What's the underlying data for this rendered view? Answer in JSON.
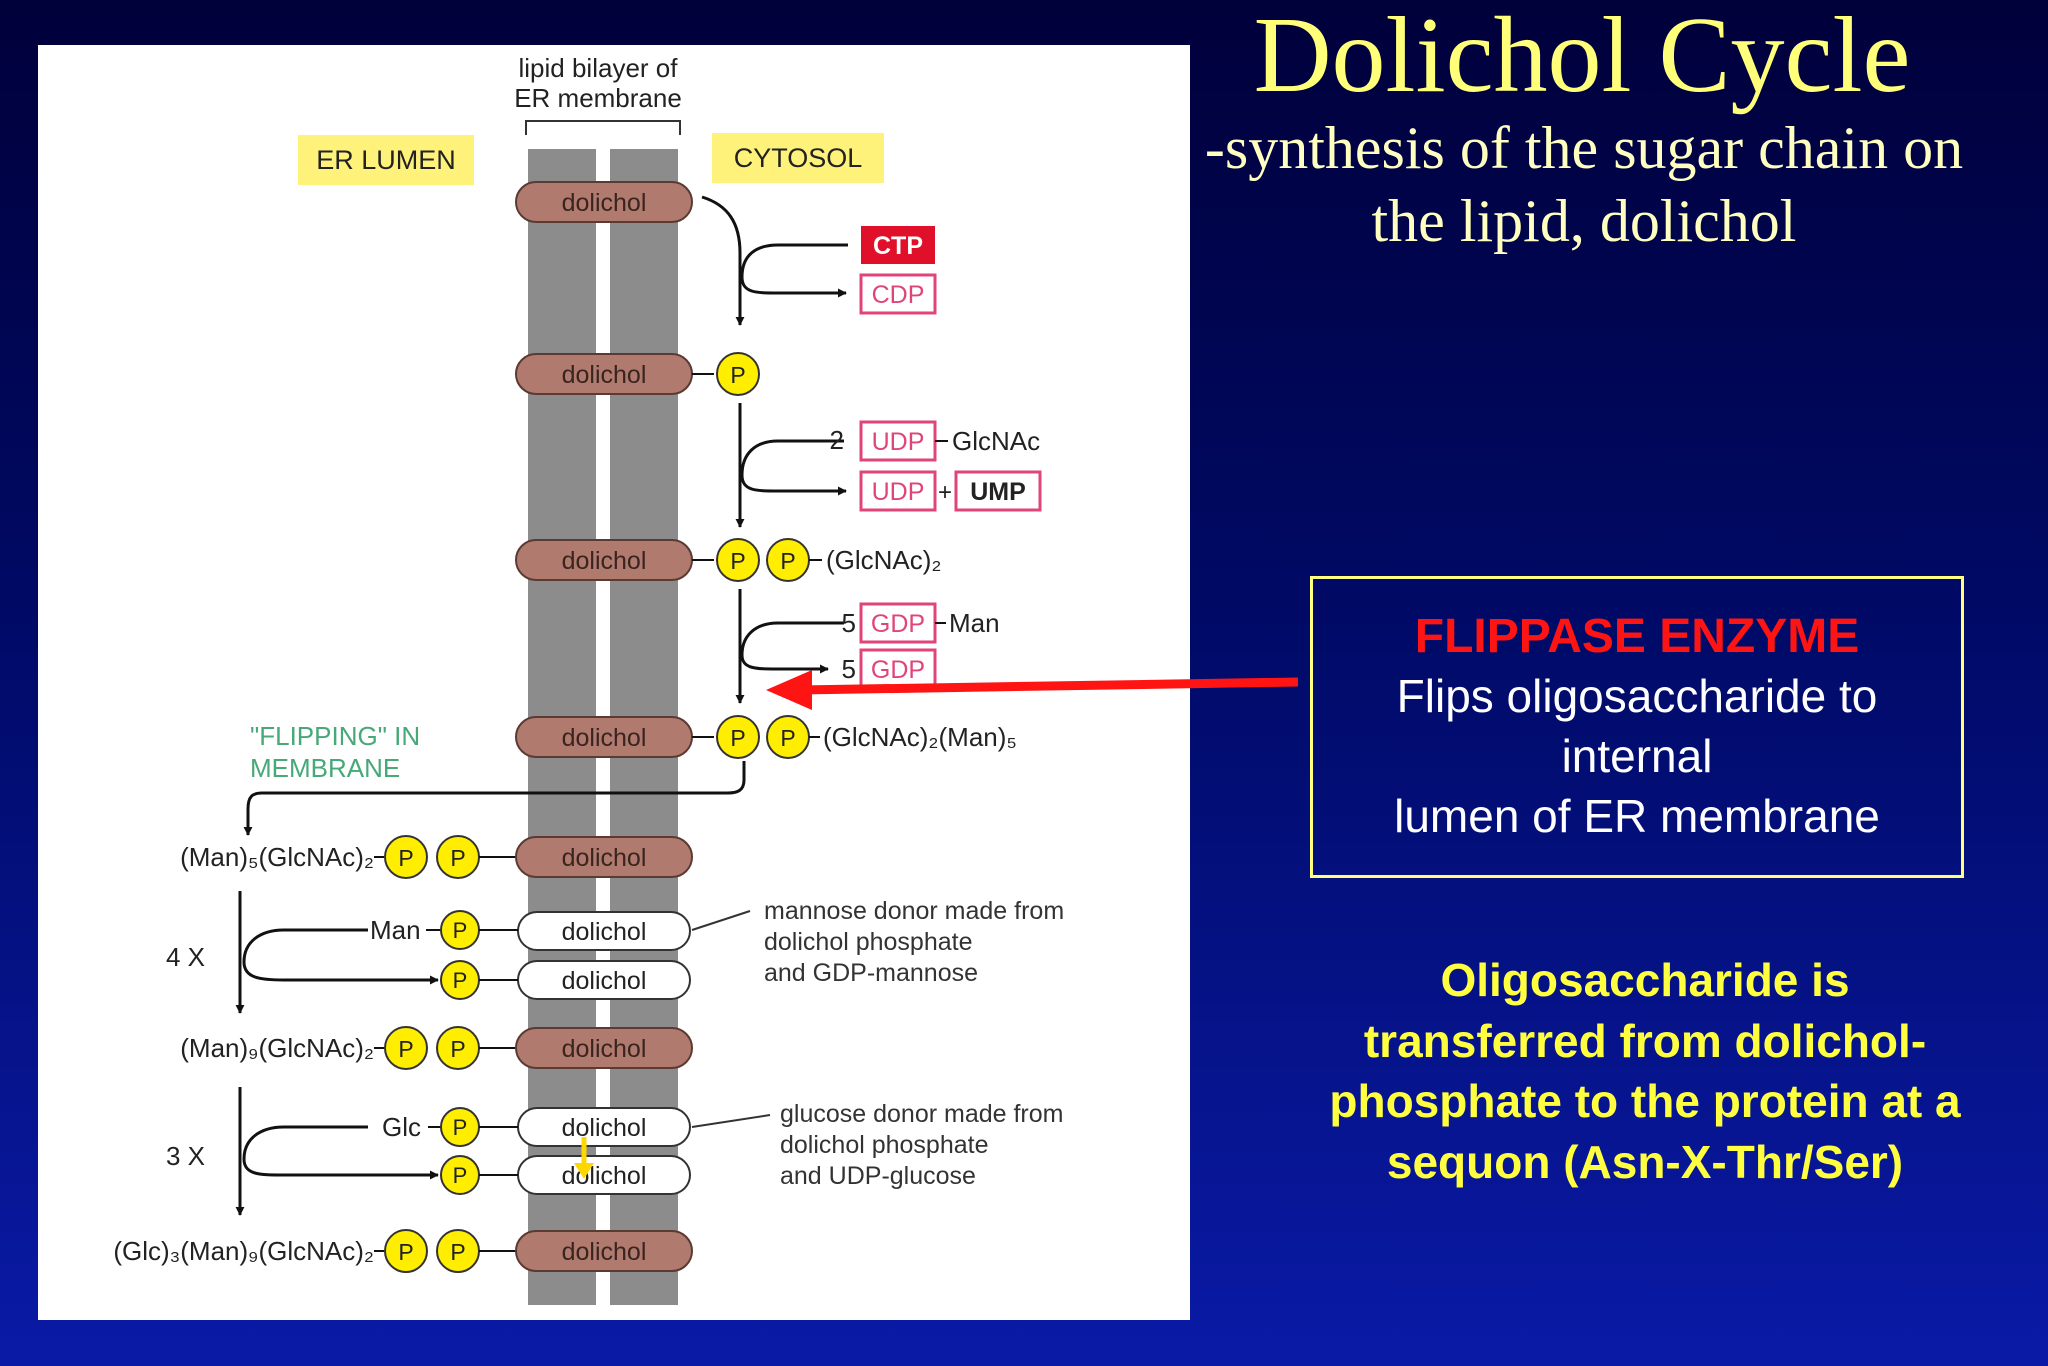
{
  "slide": {
    "title": "Dolichol Cycle",
    "subtitle_line1": "-synthesis of the sugar chain on",
    "subtitle_line2": "the lipid, dolichol"
  },
  "diagram": {
    "membrane_label_line1": "lipid bilayer of",
    "membrane_label_line2": "ER membrane",
    "er_lumen": "ER LUMEN",
    "cytosol": "CYTOSOL",
    "dolichol": "dolichol",
    "phosphate": "P",
    "ctp": "CTP",
    "cdp": "CDP",
    "udp": "UDP",
    "ump": "UMP",
    "gdp": "GDP",
    "coef_2": "2",
    "coef_5": "5",
    "glcnac": "GlcNAc",
    "man": "Man",
    "glc": "Glc",
    "plus": "+",
    "product_glcnac2": "(GlcNAc)₂",
    "product_glcnac2_man5": "(GlcNAc)₂(Man)₅",
    "lumen_man5": "(Man)₅(GlcNAc)₂",
    "lumen_man9": "(Man)₉(GlcNAc)₂",
    "lumen_glc3": "(Glc)₃(Man)₉(GlcNAc)₂",
    "flipping_line1": "\"FLIPPING\" IN",
    "flipping_line2": "MEMBRANE",
    "repeat_4x": "4 X",
    "repeat_3x": "3 X",
    "mannose_note": [
      "mannose donor made from",
      "dolichol phosphate",
      "and GDP-mannose"
    ],
    "glucose_note": [
      "glucose donor made from",
      "dolichol phosphate",
      "and UDP-glucose"
    ]
  },
  "flippase": {
    "heading": "FLIPPASE ENZYME",
    "line1": "Flips oligosaccharide to",
    "line2": "internal",
    "line3": "lumen of ER membrane"
  },
  "oligo_note": {
    "line1": "Oligosaccharide is",
    "line2": "transferred from dolichol-",
    "line3": "phosphate to the protein at a",
    "line4": "sequon (Asn-X-Thr/Ser)"
  },
  "colors": {
    "background": "#000a66",
    "title": "#ffff7a",
    "dolichol_fill": "#b07a6e",
    "phosphate_fill": "#ffee00",
    "nucleotide_pink": "#e0457a",
    "ctp_red": "#e0102a",
    "flippase_red": "#ff1414",
    "oligo_yellow": "#ffff40",
    "flipping_green": "#47a878",
    "label_bg": "#fff27a"
  }
}
